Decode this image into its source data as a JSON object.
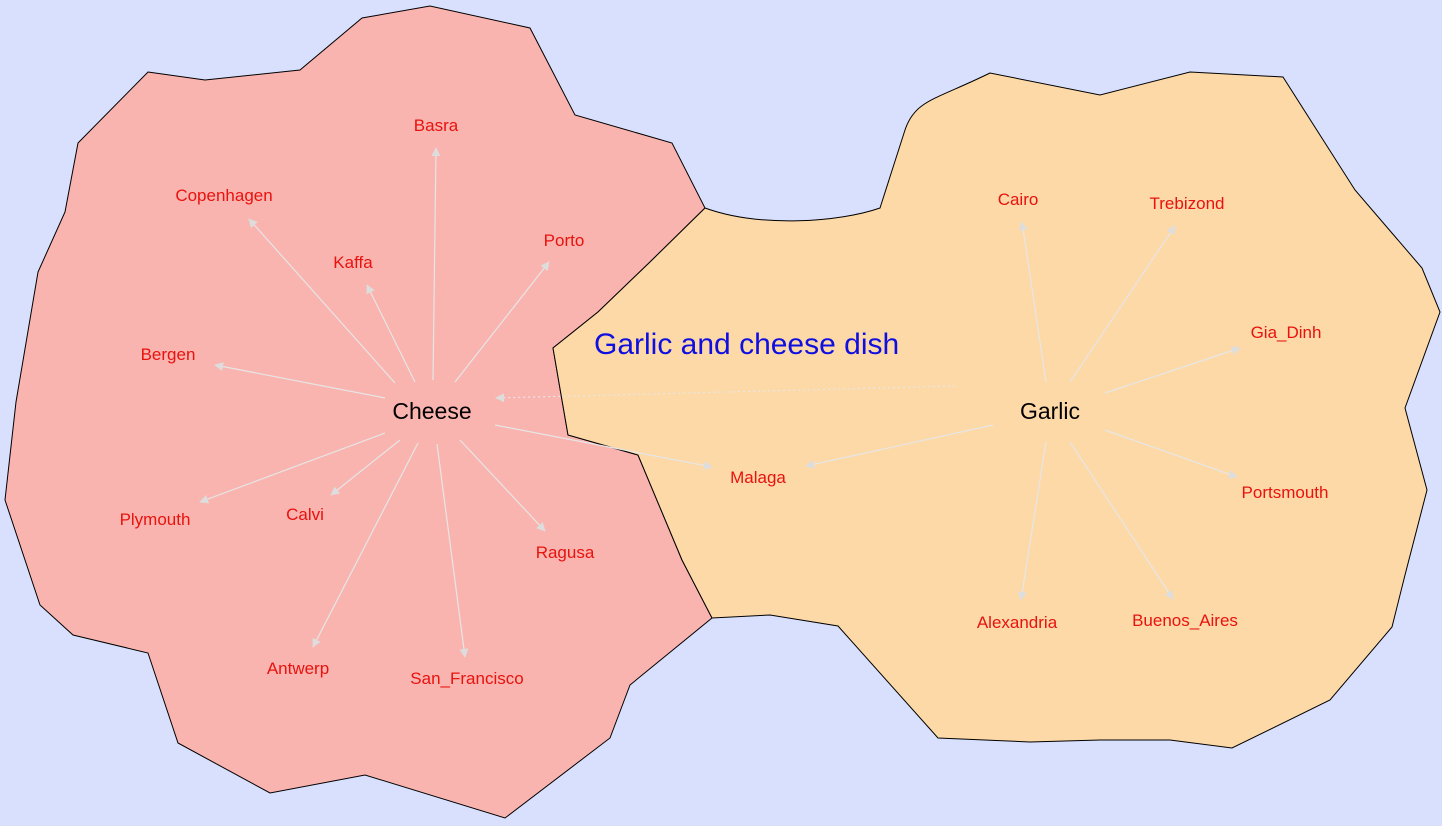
{
  "title": "Garlic and cheese dish",
  "colors": {
    "background": "#d8e0fe",
    "cheese_region": "#fab4af",
    "garlic_region": "#fdd9a8",
    "region_border": "#000000",
    "edge": "#e6e6e6",
    "city_text": "#e8120e",
    "hub_text": "#000000",
    "title_text": "#0f0fe0"
  },
  "hubs": [
    {
      "id": "cheese",
      "label": "Cheese"
    },
    {
      "id": "garlic",
      "label": "Garlic"
    }
  ],
  "cities": [
    {
      "id": "basra",
      "label": "Basra"
    },
    {
      "id": "copenhagen",
      "label": "Copenhagen"
    },
    {
      "id": "kaffa",
      "label": "Kaffa"
    },
    {
      "id": "porto",
      "label": "Porto"
    },
    {
      "id": "bergen",
      "label": "Bergen"
    },
    {
      "id": "plymouth",
      "label": "Plymouth"
    },
    {
      "id": "calvi",
      "label": "Calvi"
    },
    {
      "id": "ragusa",
      "label": "Ragusa"
    },
    {
      "id": "antwerp",
      "label": "Antwerp"
    },
    {
      "id": "san_francisco",
      "label": "San_Francisco"
    },
    {
      "id": "malaga",
      "label": "Malaga"
    },
    {
      "id": "cairo",
      "label": "Cairo"
    },
    {
      "id": "trebizond",
      "label": "Trebizond"
    },
    {
      "id": "gia_dinh",
      "label": "Gia_Dinh"
    },
    {
      "id": "portsmouth",
      "label": "Portsmouth"
    },
    {
      "id": "alexandria",
      "label": "Alexandria"
    },
    {
      "id": "buenos_aires",
      "label": "Buenos_Aires"
    }
  ],
  "edges": [
    {
      "from": "cheese",
      "to": "basra"
    },
    {
      "from": "cheese",
      "to": "copenhagen"
    },
    {
      "from": "cheese",
      "to": "kaffa"
    },
    {
      "from": "cheese",
      "to": "porto"
    },
    {
      "from": "cheese",
      "to": "bergen"
    },
    {
      "from": "cheese",
      "to": "plymouth"
    },
    {
      "from": "cheese",
      "to": "calvi"
    },
    {
      "from": "cheese",
      "to": "ragusa"
    },
    {
      "from": "cheese",
      "to": "antwerp"
    },
    {
      "from": "cheese",
      "to": "san_francisco"
    },
    {
      "from": "cheese",
      "to": "malaga"
    },
    {
      "from": "garlic",
      "to": "cairo"
    },
    {
      "from": "garlic",
      "to": "trebizond"
    },
    {
      "from": "garlic",
      "to": "gia_dinh"
    },
    {
      "from": "garlic",
      "to": "portsmouth"
    },
    {
      "from": "garlic",
      "to": "alexandria"
    },
    {
      "from": "garlic",
      "to": "buenos_aires"
    },
    {
      "from": "garlic",
      "to": "malaga"
    },
    {
      "from": "garlic",
      "to": "cheese"
    }
  ]
}
